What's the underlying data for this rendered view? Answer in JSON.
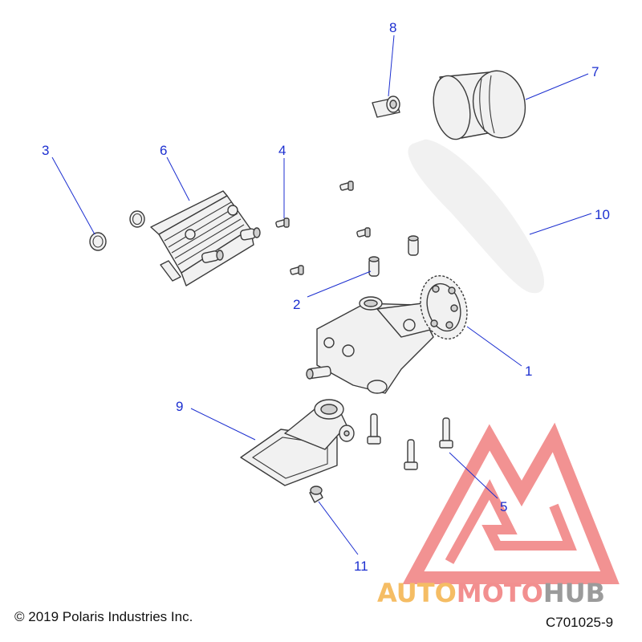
{
  "callouts": [
    {
      "id": "1",
      "label": "1"
    },
    {
      "id": "2",
      "label": "2"
    },
    {
      "id": "3",
      "label": "3"
    },
    {
      "id": "4",
      "label": "4"
    },
    {
      "id": "5",
      "label": "5"
    },
    {
      "id": "6",
      "label": "6"
    },
    {
      "id": "7",
      "label": "7"
    },
    {
      "id": "8",
      "label": "8"
    },
    {
      "id": "9",
      "label": "9"
    },
    {
      "id": "10",
      "label": "10"
    },
    {
      "id": "11",
      "label": "11"
    }
  ],
  "footer": {
    "copyright": "© 2019 Polaris Industries Inc.",
    "figure_code": "C701025-9"
  },
  "watermark": {
    "part1": "AUTO",
    "part2": "MOTO",
    "part3": "HUB",
    "colors": {
      "triangle": "#f08080",
      "auto": "#f4b24a",
      "moto": "#f07c7c",
      "hub": "#8a8a8a"
    }
  },
  "colors": {
    "callout": "#1c2fd0",
    "line_art": "#3a3a3a"
  }
}
